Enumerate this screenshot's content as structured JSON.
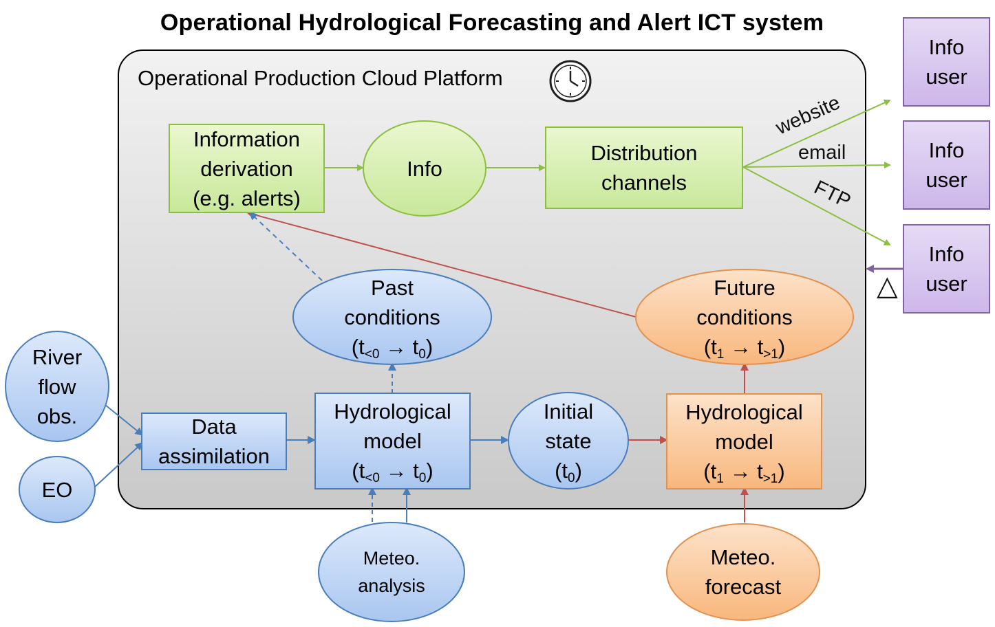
{
  "title": "Operational Hydrological Forecasting and Alert ICT system",
  "platform": {
    "label": "Operational Production Cloud Platform",
    "icon": "clock-icon"
  },
  "nodes": {
    "info_derivation": [
      "Information",
      "derivation",
      "(e.g. alerts)"
    ],
    "info": "Info",
    "distribution": [
      "Distribution",
      "channels"
    ],
    "past_conditions": {
      "line1": "Past",
      "line2": "conditions",
      "t_start": "t",
      "t_start_sub": "<0",
      "t_end": "t",
      "t_end_sub": "0"
    },
    "future_conditions": {
      "line1": "Future",
      "line2": "conditions",
      "t_start": "t",
      "t_start_sub": "1",
      "t_end": "t",
      "t_end_sub": ">1"
    },
    "river_flow": [
      "River",
      "flow",
      "obs."
    ],
    "eo": "EO",
    "data_assimilation": [
      "Data",
      "assimilation"
    ],
    "hydro_model_past": {
      "line1": "Hydrological",
      "line2": "model",
      "t_start": "t",
      "t_start_sub": "<0",
      "t_end": "t",
      "t_end_sub": "0"
    },
    "initial_state": {
      "line1": "Initial",
      "line2": "state",
      "t": "(t",
      "t_sub": "0",
      "t_close": ")"
    },
    "hydro_model_future": {
      "line1": "Hydrological",
      "line2": "model",
      "t_start": "t",
      "t_start_sub": "1",
      "t_end": "t",
      "t_end_sub": ">1"
    },
    "meteo_analysis": [
      "Meteo.",
      "analysis"
    ],
    "meteo_forecast": [
      "Meteo.",
      "forecast"
    ]
  },
  "users": [
    {
      "line1": "Info",
      "line2": "user"
    },
    {
      "line1": "Info",
      "line2": "user"
    },
    {
      "line1": "Info",
      "line2": "user"
    }
  ],
  "channels": {
    "website": "website",
    "email": "email",
    "ftp": "FTP"
  },
  "feedback_symbol": "△",
  "arrow_glyph": "→",
  "colors": {
    "green_fill": "#d7f0a8",
    "green_stroke": "#8cbf3f",
    "blue_fill": "#bcd4f5",
    "blue_stroke": "#4a7ebb",
    "orange_fill": "#fbc99c",
    "orange_stroke": "#e2914f",
    "purple_fill": "#d9c6ee",
    "purple_stroke": "#8064a2",
    "red_line": "#c0504d"
  }
}
